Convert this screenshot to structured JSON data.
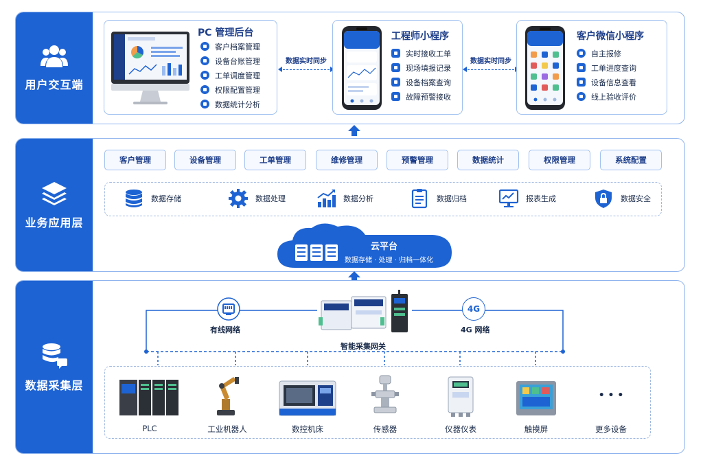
{
  "layers": {
    "user": {
      "title": "用户交互端",
      "pc": {
        "title": "PC 管理后台",
        "items": [
          "客户档案管理",
          "设备台账管理",
          "工单调度管理",
          "权限配置管理",
          "数据统计分析"
        ]
      },
      "engineer": {
        "title": "工程师小程序",
        "items": [
          "实时接收工单",
          "现场填报记录",
          "设备档案查询",
          "故障预警接收"
        ]
      },
      "customer": {
        "title": "客户微信小程序",
        "items": [
          "自主报修",
          "工单进度查询",
          "设备信息查看",
          "线上验收评价"
        ]
      },
      "sync_label": "数据实时同步"
    },
    "business": {
      "title": "业务应用层",
      "modules": [
        "客户管理",
        "设备管理",
        "工单管理",
        "维修管理",
        "预警管理",
        "数据统计",
        "权限管理",
        "系统配置"
      ],
      "functions": [
        "数据存储",
        "数据处理",
        "数据分析",
        "数据归档",
        "报表生成",
        "数据安全"
      ],
      "cloud": {
        "title": "云平台",
        "subtitle": "数据存储 · 处理 · 归档一体化"
      }
    },
    "collect": {
      "title": "数据采集层",
      "wired": "有线网络",
      "wireless_badge": "4G",
      "wireless": "4G 网络",
      "gateway": "智能采集网关",
      "devices": [
        "PLC",
        "工业机器人",
        "数控机床",
        "传感器",
        "仪器仪表",
        "触摸屏",
        "更多设备"
      ],
      "more_glyph": "• • •"
    }
  },
  "colors": {
    "primary": "#1e63d3",
    "border": "#8fb4ee",
    "text": "#1a2b4a"
  }
}
